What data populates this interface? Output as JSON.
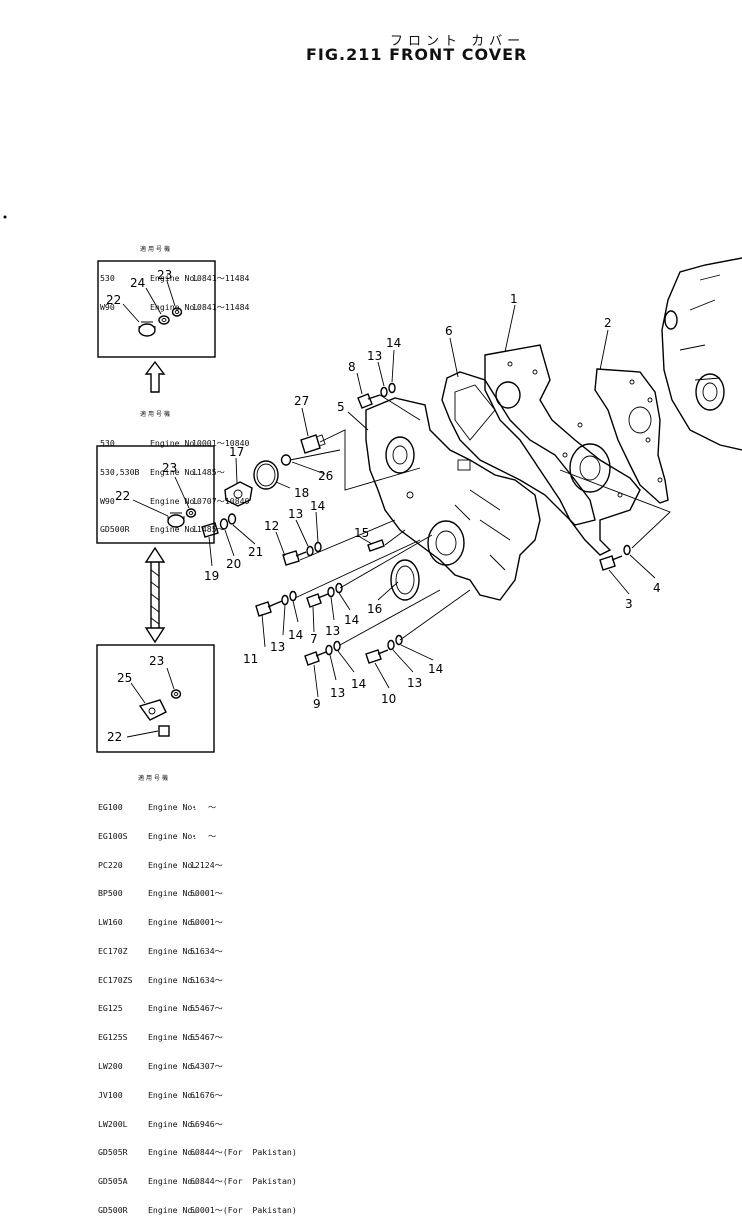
{
  "header": {
    "subtitle_jp": "フロント カバー",
    "title": "FIG.211  FRONT COVER"
  },
  "applicability_header": "適用号機",
  "block1": [
    {
      "model": "530",
      "label": "Engine No.",
      "range": "10841～11484"
    },
    {
      "model": "W90",
      "label": "Engine No.",
      "range": "10841～11484"
    }
  ],
  "block2": [
    {
      "model": "530",
      "label": "Engine No.",
      "range": "10001～10840"
    },
    {
      "model": "530,530B",
      "label": "Engine No.",
      "range": "11485～"
    },
    {
      "model": "W90",
      "label": "Engine No.",
      "range": "10707～10840"
    },
    {
      "model": "GD500R",
      "label": "Engine No.",
      "range": "11485～"
    }
  ],
  "block3": [
    {
      "model": "EG100",
      "label": "Engine No.",
      "range": "・  ～"
    },
    {
      "model": "EG100S",
      "label": "Engine No.",
      "range": "・  ～"
    },
    {
      "model": "PC220",
      "label": "Engine No.",
      "range": "12124～"
    },
    {
      "model": "BP500",
      "label": "Engine No.",
      "range": "50001～"
    },
    {
      "model": "LW160",
      "label": "Engine No.",
      "range": "50001～"
    },
    {
      "model": "EC170Z",
      "label": "Engine No.",
      "range": "51634～"
    },
    {
      "model": "EC170ZS",
      "label": "Engine No.",
      "range": "51634～"
    },
    {
      "model": "EG125",
      "label": "Engine No.",
      "range": "55467～"
    },
    {
      "model": "EG125S",
      "label": "Engine No.",
      "range": "55467～"
    },
    {
      "model": "LW200",
      "label": "Engine No.",
      "range": "54307～"
    },
    {
      "model": "JV100",
      "label": "Engine No.",
      "range": "61676～"
    },
    {
      "model": "LW200L",
      "label": "Engine No.",
      "range": "56946～"
    },
    {
      "model": "GD505R",
      "label": "Engine No.",
      "range": "60844～(For  Pakistan)"
    },
    {
      "model": "GD505A",
      "label": "Engine No.",
      "range": "60844～(For  Pakistan)"
    },
    {
      "model": "GD500R",
      "label": "Engine No.",
      "range": "50001～(For  Pakistan)"
    }
  ],
  "callouts": {
    "n1": "1",
    "n2": "2",
    "n3": "3",
    "n4": "4",
    "n5": "5",
    "n6": "6",
    "n7": "7",
    "n8": "8",
    "n9": "9",
    "n10": "10",
    "n11": "11",
    "n12": "12",
    "n13": "13",
    "n14": "14",
    "n15": "15",
    "n16": "16",
    "n17": "17",
    "n18": "18",
    "n19": "19",
    "n20": "20",
    "n21": "21",
    "n22": "22",
    "n23": "23",
    "n24": "24",
    "n25": "25",
    "n26": "26",
    "n27": "27"
  }
}
